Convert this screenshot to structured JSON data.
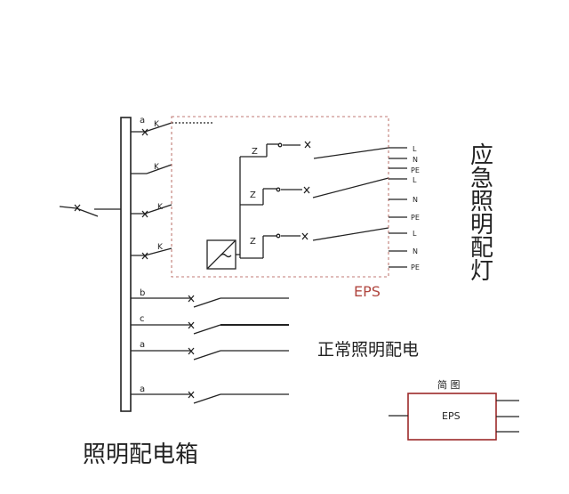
{
  "labels": {
    "branch_a_top": "a",
    "K1": "K",
    "K2": "K",
    "K3": "K",
    "K4": "K",
    "Z1": "Z",
    "Z2": "Z",
    "Z3": "Z",
    "L1": "L",
    "N1": "N",
    "PE1": "PE",
    "L2": "L",
    "N2": "N",
    "PE2": "PE",
    "L3": "L",
    "N3": "N",
    "PE3": "PE",
    "eps_box": "EPS",
    "b": "b",
    "c": "c",
    "a2": "a",
    "a3": "a",
    "emergency_lighting": "应急照明配灯",
    "normal_lighting": "正常照明配电",
    "cabinet_title": "照明配电箱",
    "simple_title": "简 图",
    "simple_eps": "EPS"
  },
  "colors": {
    "line": "#222222",
    "eps_border": "#c07a74",
    "eps_text": "#b0463f",
    "simple_box": "#9c2a2a"
  }
}
